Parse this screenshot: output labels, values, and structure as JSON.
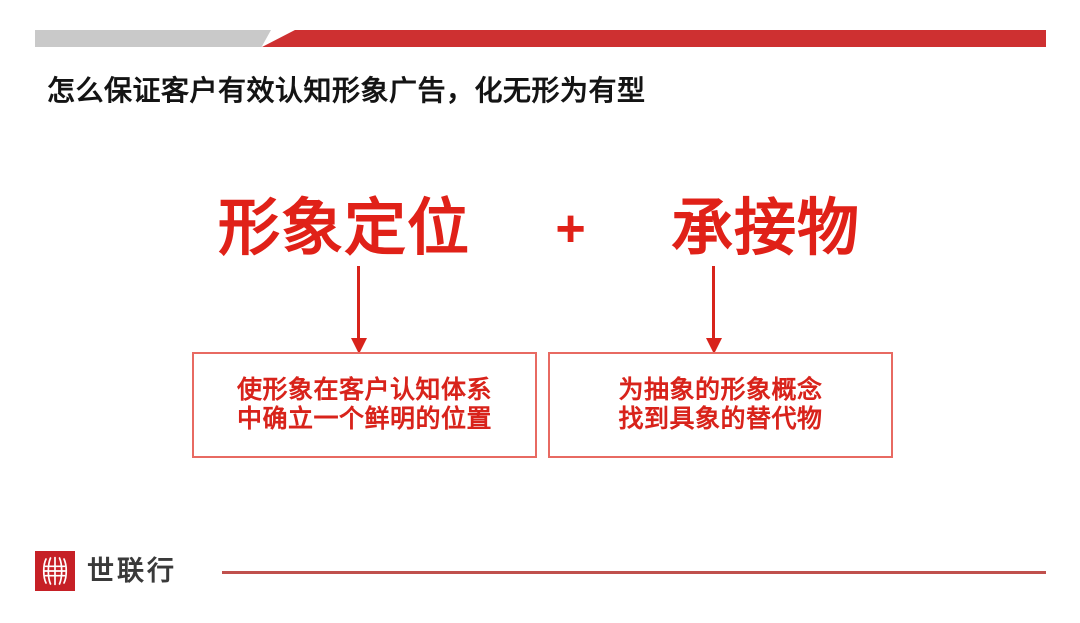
{
  "slide": {
    "title": "怎么保证客户有效认知形象广告，化无形为有型",
    "headline": {
      "left_term": "形象定位",
      "operator": "+",
      "right_term": "承接物"
    },
    "boxes": [
      {
        "name": "image-positioning-definition",
        "text": "使形象在客户认知体系\n中确立一个鲜明的位置"
      },
      {
        "name": "carrier-definition",
        "text": "为抽象的形象概念\n找到具象的替代物"
      }
    ],
    "footer": {
      "brand_name": "世联行",
      "logo_icon": "globe-sphere-icon"
    },
    "colors": {
      "accent_red": "#d8231b",
      "bar_red": "#ce3031",
      "bar_gray": "#c9c9c9",
      "logo_red": "#c62026",
      "rule_red": "#c0504d",
      "title_black": "#141414",
      "brand_gray": "#3a3a3a"
    }
  }
}
